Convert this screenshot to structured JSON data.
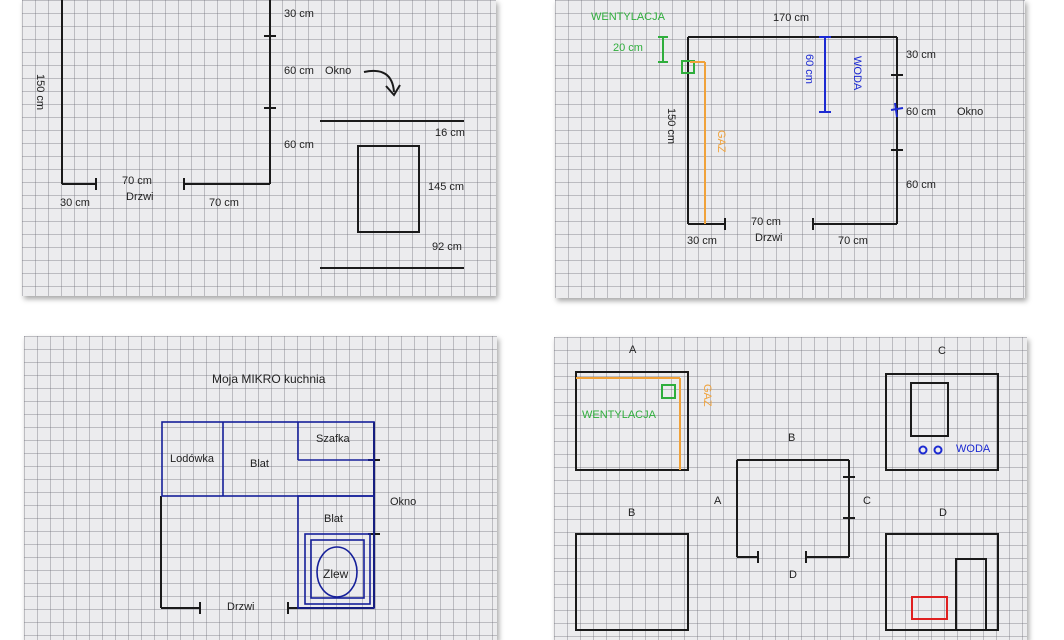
{
  "panel1": {
    "dim_150": "150 cm",
    "dim_30_top": "30 cm",
    "dim_60_okno": "60 cm",
    "okno": "Okno",
    "dim_60_lower": "60 cm",
    "dim_16": "16 cm",
    "dim_145": "145 cm",
    "dim_92": "92 cm",
    "dim_70_door": "70 cm",
    "drzwi": "Drzwi",
    "dim_30_bottom": "30 cm",
    "dim_70_right": "70 cm"
  },
  "panel2": {
    "wentylacja": "WENTYLACJA",
    "dim_170": "170 cm",
    "dim_20": "20 cm",
    "dim_60_woda": "60 cm",
    "woda": "WODA",
    "dim_30": "30 cm",
    "dim_150": "150 cm",
    "gaz": "GAZ",
    "dim_60_okno": "60 cm",
    "okno": "Okno",
    "dim_60_lower": "60 cm",
    "dim_70_door": "70 cm",
    "dim_30_bottom": "30 cm",
    "drzwi": "Drzwi",
    "dim_70_right": "70 cm"
  },
  "panel3": {
    "title": "Moja MIKRO kuchnia",
    "lodowka": "Lodówka",
    "blat_top": "Blat",
    "szafka": "Szafka",
    "okno": "Okno",
    "blat_right": "Blat",
    "zlew": "Zlew",
    "drzwi": "Drzwi"
  },
  "panel4": {
    "a_top": "A",
    "c_top": "C",
    "gaz": "GAZ",
    "wentylacja": "WENTYLACJA",
    "woda": "WODA",
    "b_center": "B",
    "a_center": "A",
    "c_center": "C",
    "d_center": "D",
    "b_left": "B",
    "d_right": "D"
  },
  "colors": {
    "ink": "#1a1a1a",
    "green": "#2fae3c",
    "blue": "#1c2ad2",
    "navy": "#16209a",
    "orange": "#f0a23a",
    "red": "#e02020"
  }
}
